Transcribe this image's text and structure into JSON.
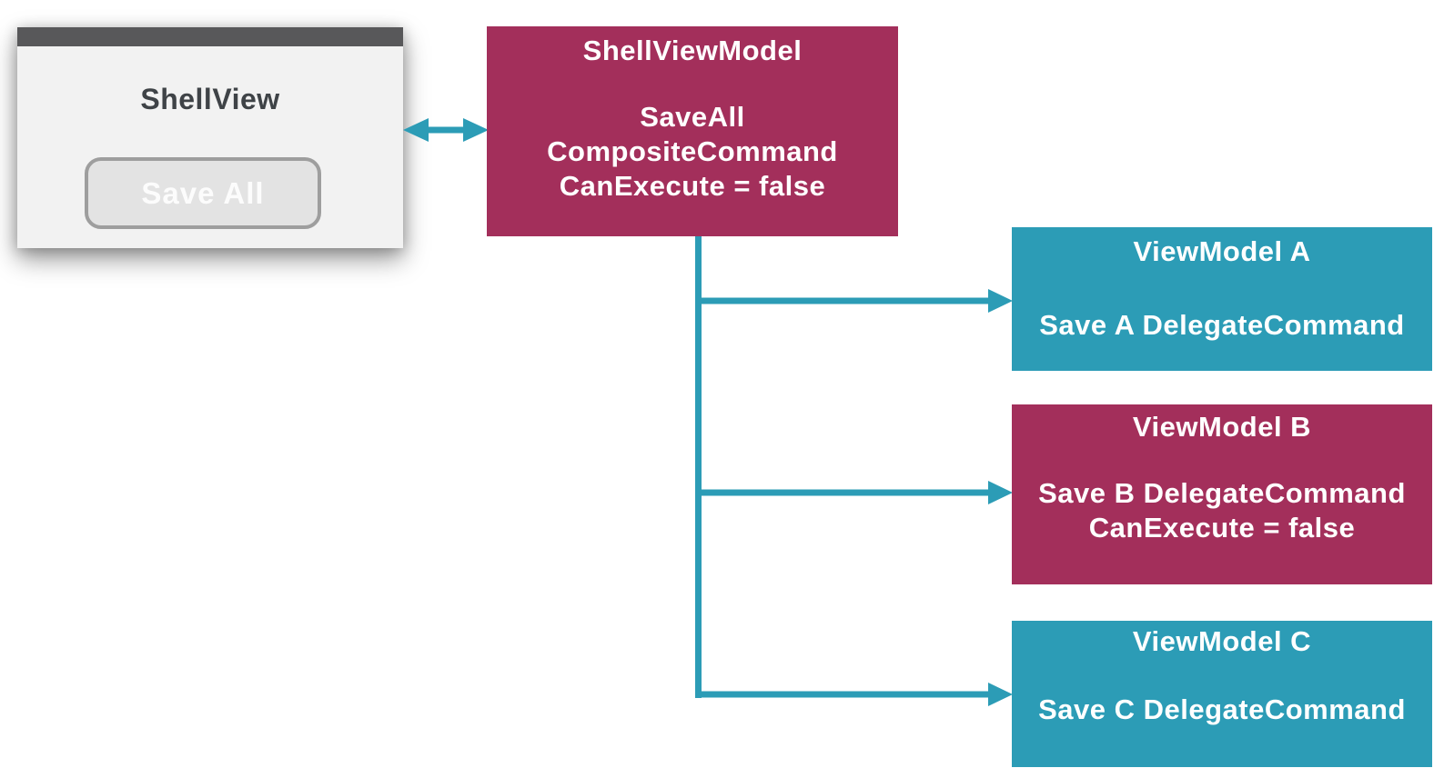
{
  "colors": {
    "teal": "#2C9CB6",
    "magenta": "#A32F5B",
    "title_bar": "#58585A",
    "window_bg": "#F2F2F2",
    "window_text": "#3F4347",
    "button_bg": "#E3E3E3",
    "button_border": "#9E9E9E",
    "button_text": "#FCFCFC",
    "box_text": "#FFFFFF"
  },
  "shell_view": {
    "title": "ShellView",
    "save_all_button": "Save All"
  },
  "shell_viewmodel": {
    "title": "ShellViewModel",
    "line1": "SaveAll",
    "line2": "CompositeCommand",
    "line3": "CanExecute = false"
  },
  "viewmodel_a": {
    "title": "ViewModel A",
    "line1": "Save A DelegateCommand"
  },
  "viewmodel_b": {
    "title": "ViewModel B",
    "line1": "Save B DelegateCommand",
    "line2": "CanExecute = false"
  },
  "viewmodel_c": {
    "title": "ViewModel C",
    "line1": "Save C DelegateCommand"
  }
}
